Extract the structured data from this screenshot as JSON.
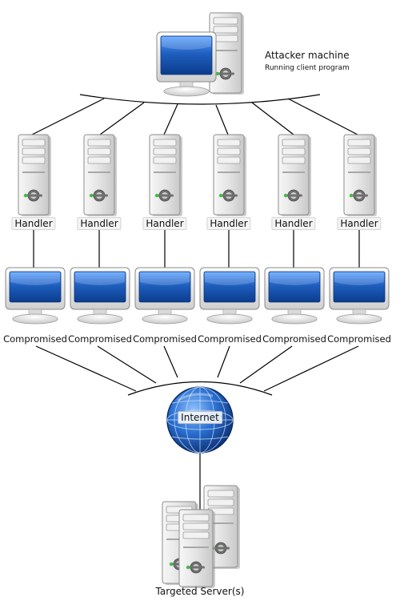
{
  "attacker": {
    "title": "Attacker machine",
    "subtitle": "Running client program"
  },
  "handlers": [
    {
      "label": "Handler"
    },
    {
      "label": "Handler"
    },
    {
      "label": "Handler"
    },
    {
      "label": "Handler"
    },
    {
      "label": "Handler"
    },
    {
      "label": "Handler"
    }
  ],
  "compromised": [
    {
      "label": "Compromised"
    },
    {
      "label": "Compromised"
    },
    {
      "label": "Compromised"
    },
    {
      "label": "Compromised"
    },
    {
      "label": "Compromised"
    },
    {
      "label": "Compromised"
    }
  ],
  "internet": {
    "label": "Internet"
  },
  "target": {
    "label": "Targeted Server(s)"
  },
  "colors": {
    "screen": "#1f5fbf",
    "case": "#e6e6e6",
    "line": "#000000",
    "globe": "#1d4fa0"
  }
}
